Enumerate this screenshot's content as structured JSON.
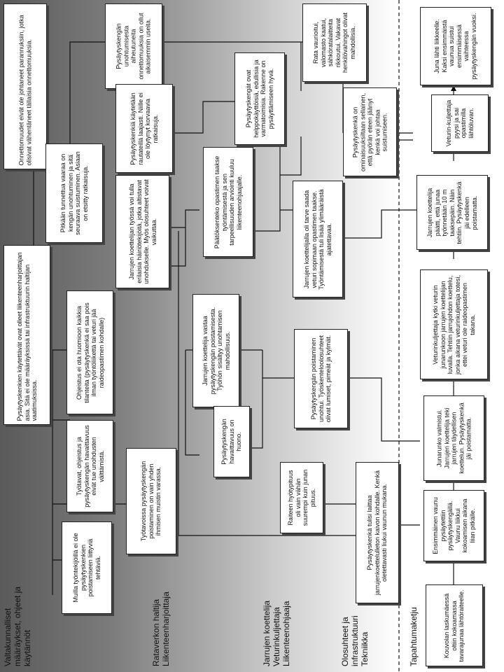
{
  "lanes": [
    [
      "Valtakunnalliset",
      "määräykset, ohjeet ja",
      "käytännöt"
    ],
    [
      "Rataverkon haltija",
      "Liikenteenharjoittaja"
    ],
    [
      "Jarrujen koettelija",
      "Veturinkuljettaja",
      "Liikenteenohjaaja"
    ],
    [
      "Olosuhteet ja",
      "infrastruktuuri",
      "Tekniikka"
    ],
    [
      "Tapahtumaketju"
    ]
  ],
  "boxes": {
    "b_onnettomuudet": "Onnettomuudet eivät ole johtaneet parannuksiin, jotka olisivat vähentäneet tällaisia onnettomuuksia.",
    "b_kaytettavat": "Pysäytyskenkien käytettävät ovat olleet liikenteenharjoittajan asia. Sitä ei ole määräyksissä tai infrastruktuurin haltijan vaatimuksissa.",
    "b_ohjeistus": "Ohjeistus ei ota huomioon kaikkia tilanteita (pysäytyskenkä ei saa pois ilman työntöliikettä tai veturi jää raideopastimen kohdalle)",
    "b_tyotavat_ohjeistus": "Työtavat, ohjeistus ja pysäytyskengän havaittavuus eivät tue unohdusten välttämistä.",
    "b_muilla": "Muilla työntekijöillä ei ole pysäytyskenkien poistamiseen liittyviä tehtäviä.",
    "b_pitkaan": "Pitkään tunnettua vaaraa on kengän unohtuminen ja sitä seuraava suistuminen. Asiaan on etsitty ratkaisuja.",
    "b_unohtuminen": "Pysäytyskengän unohtumisesta aiheutuneita onnettomuuksia on ollut aikaisemmin useita.",
    "b_kaytetaan": "Pysäytyskenkiä käytetään rautateillä laajasti. Niille ei ole löytynyt korvaavia ratkaisuja.",
    "b_jarrujen_tyossa": "Jarrujen koettelijan työssä voi tulla erilaisia häiriötekijöitä, jotka altistavat unohdukselle. Myös olosuhteet voivat vaikuttaa.",
    "b_tyotavoissa": "Työtavoissa pysäytyskengän poistaminen on vain yhden ihmisen muistin varassa.",
    "b_jarrujen_vastaa": "Jarrujen koettelija vastaa pysäytyskengän poistamisesta. Työhön sisältyy unohtamisen mahdollisuus.",
    "b_paatoksenteko": "Päätöksenteko opastimen taakse työntämisestä ja sen tarpeellisuuden arviointi kuuluu liikenteenohjaajalle.",
    "b_havaittavuus": "Pysäytyskengän havaittavuus on huono.",
    "b_poistaminen_unohtui": "Pysäytyskengän poistaminen unohtui. Työskenteloolosuhteet olivat lumiset, pimeät ja kylmät.",
    "b_tarve": "Jarrujen koettelijalla oli tarve saada veturi sopimaan opastimen taakse. Työntämisestä tuli lisää ylimääräistä ajatettavaa.",
    "b_helppokayttoisia": "Pysäytyskengät ovat helppokäyttöisiä, edullisia ja varmatoimisia. Rakenne on pysäyttämiseen hyvä.",
    "b_rata_vaurioitui": "Rata vaurioitui, valomasto kaatui, sähköratalaitteita rikkoutui. Vakavat henkilövahingot olivat mahdollisia.",
    "b_ominaisuus": "Pysäytyskenkä on ominaisuuksiltaan sellainen, että pyörän eteen jäänyt kenkä voi johtaa suistumiseen.",
    "b_raiteen": "Raiteen hyötypituus oli vain vähän suurempi kuin junan pituus.",
    "b_tulisi_laittaa": "Pysäytyskenkä tulisi laittaa jarrujenkoettelulleton kaivon kohdalle. Kenkä oletettavasti liukui vaunun mukana.",
    "e_kouvola": "Kouvolan laskumäessä oltiin kokoamassa tavarajunaa lähtöraiteelle.",
    "e_ensimmainen": "Ensimmäinen vaunu pysäytettiin pysäytyskengällä. Vaunu liikkui kokoamisen aikana liian pitkälle.",
    "e_junarunko": "Junarunko valmistui. Jarrujen koettelija teki jarrujen täydellisen koettelun. Pysäytyskenkä jäi poistamatta.",
    "e_kytki": "Veturinkuljettaja kytki veturin junarunkoon jarrujen koettelijan luvalla. Tehtiin jarrujohdon koettelu, jonka aikana veturinkuljettaja totesi, ettei veturi ole raideopastimen takana.",
    "e_paatti": "Jarrujen koettelija päätti, että junaa työnnetään 10 m taaksepäin. Näin tehtiin. Pysäytyskenkä jäi edelleen poistamatta.",
    "e_veturin": "Veturin-kuljettaja pyysi ja sai opastimilla lähtöluvan.",
    "e_juna_lahti": "Juna lähti liikkeelle. Kaksi ensimmäistä vaunua suistui ensimmäisessä vaihteessa pysäytyskengän vuoksi."
  }
}
